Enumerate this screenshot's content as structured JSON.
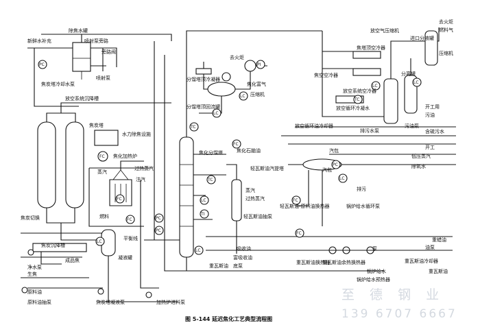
{
  "caption": "图 5-144   延迟焦化工艺典型流程图",
  "watermark": {
    "company": "至 德 钢 业",
    "phone": "139 6707 6667"
  },
  "labels": {
    "fresh_water": "新鲜水补充",
    "coke_water_tank": "除焦水罐",
    "jet_pump_bypass": "喷射泵旁路",
    "bypass_valve": "旁路阀",
    "jet_pump": "喷射泵",
    "coke_cooling_pump": "焦炭塔冷却水泵",
    "blowdown_settle": "放空系统沉降槽",
    "coke_tower": "焦炭塔",
    "hydraulic_decoke": "水力除焦设施",
    "coking_furnace": "焦化加热炉",
    "steam1": "蒸汽",
    "superheat_steam": "过热蒸汽",
    "inject_steam": "注汽",
    "fuel": "燃料",
    "balance_line": "平衡线",
    "condensate_tank": "凝液罐",
    "coke_switch": "焦炭切换",
    "coke_settle_tank": "焦炭沉降槽",
    "clean_water_pump": "净水泵",
    "raw_water": "生焦",
    "product_coke": "成品焦",
    "crude_oil": "原料油",
    "crude_pump": "原料油抽泵",
    "coke_cond_pump": "焦炭塔凝液泵",
    "furnace_feed_pump": "加热炉进料泵",
    "to_flare": "去火炬",
    "top_cooler": "分馏塔顶冷凝器",
    "reflux_tank": "分馏塔顶回流罐",
    "rich_gas": "焦化富气",
    "compressor": "压缩机",
    "fractionator": "焦化分馏塔",
    "naphtha": "焦化石脑油",
    "upper_air_cooler": "焦塔顶空冷器",
    "air_cooler": "焦空空冷器",
    "blowdown_air_cooler": "放空系统空冷器",
    "circ_cooler": "放空循环冷凝水",
    "blowdown_condensate": "放空循环油冷却器",
    "drain_pump": "排污水泵",
    "blowdown_pump": "污油泵",
    "oily_water": "含硫污水",
    "to_flare2": "去火炬",
    "air_comp": "放空气压缩机",
    "fuel_gas": "燃料气",
    "inlet_tank": "进口分液罐",
    "comp2": "压缩机",
    "separator": "分离罐",
    "to_fuel": "开工用",
    "blowdown_oil": "污油",
    "vent_steam": "汽包",
    "low_steam": "低压蒸汽",
    "pure_water": "除氧水",
    "hgo_pump": "轻瓦斯油汽提塔",
    "steam2": "蒸汽",
    "stripper": "过热蒸汽",
    "hgo_pump2": "轻瓦斯油抽泵",
    "hgo_exchanger": "轻瓦斯油-原料油换热器",
    "steam_drum": "汽包",
    "drain": "排污",
    "boiler_pump": "锅炉给水循环泵",
    "absorb_oil": "吸收油",
    "heavy_gas": "重瓦斯油",
    "rich_absorb": "富吸收油",
    "bot_pump": "底泵",
    "hgo_exch2": "重瓦斯油换热器",
    "hgo_steam_gen": "重瓦斯油余热换热器",
    "boiler_water": "锅炉给水",
    "boiler_preheat": "锅炉给水预热器",
    "hgo_cooler": "重瓦斯油冷却器",
    "to_storage": "重瓦斯油",
    "heavy_oil": "重蜡油",
    "oil_pump": "油泵",
    "hot_start": "开工",
    "pump_label": "泵"
  },
  "instruments": [
    "PC",
    "FC",
    "TC",
    "LC",
    "PI",
    "FC",
    "FC",
    "LC",
    "PC",
    "PC",
    "LC",
    "TC",
    "FC",
    "LC",
    "LC",
    "TI",
    "FC",
    "PC",
    "LC",
    "FC",
    "LC",
    "TC",
    "LC"
  ]
}
